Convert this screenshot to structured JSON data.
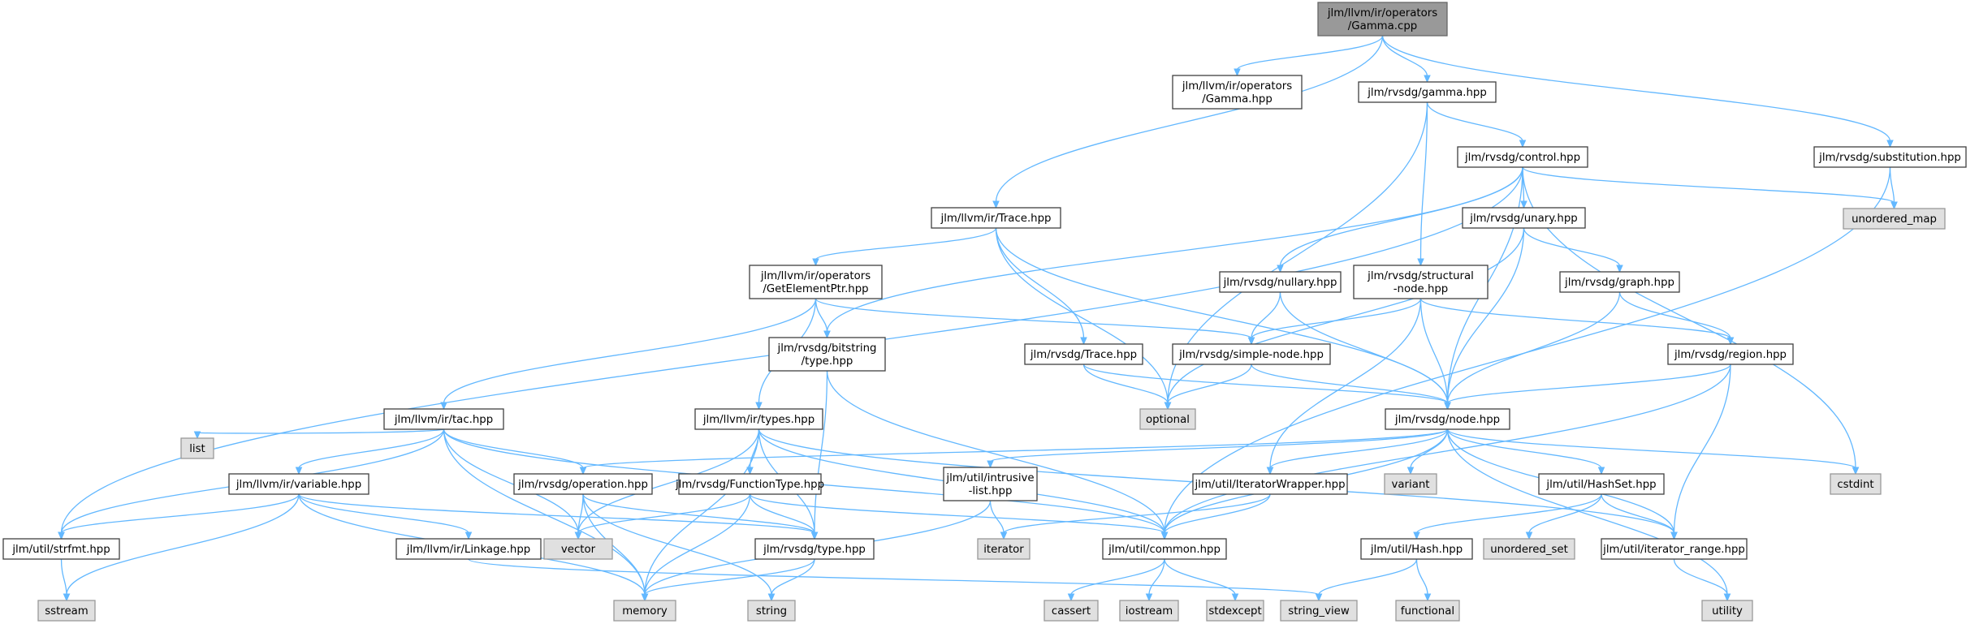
{
  "graph": {
    "nodes": [
      {
        "id": "root",
        "lines": [
          "jlm/llvm/ir/operators",
          "/Gamma.cpp"
        ],
        "kind": "root"
      },
      {
        "id": "gammahpp_ops",
        "lines": [
          "jlm/llvm/ir/operators",
          "/Gamma.hpp"
        ],
        "kind": "plain"
      },
      {
        "id": "rvsdg_gamma",
        "lines": [
          "jlm/rvsdg/gamma.hpp"
        ],
        "kind": "plain"
      },
      {
        "id": "rvsdg_subst",
        "lines": [
          "jlm/rvsdg/substitution.hpp"
        ],
        "kind": "plain"
      },
      {
        "id": "rvsdg_control",
        "lines": [
          "jlm/rvsdg/control.hpp"
        ],
        "kind": "plain"
      },
      {
        "id": "unordered_map",
        "lines": [
          "unordered_map"
        ],
        "kind": "system"
      },
      {
        "id": "llvm_trace",
        "lines": [
          "jlm/llvm/ir/Trace.hpp"
        ],
        "kind": "plain"
      },
      {
        "id": "rvsdg_unary",
        "lines": [
          "jlm/rvsdg/unary.hpp"
        ],
        "kind": "plain"
      },
      {
        "id": "gep",
        "lines": [
          "jlm/llvm/ir/operators",
          "/GetElementPtr.hpp"
        ],
        "kind": "plain"
      },
      {
        "id": "rvsdg_nullary",
        "lines": [
          "jlm/rvsdg/nullary.hpp"
        ],
        "kind": "plain"
      },
      {
        "id": "rvsdg_structural",
        "lines": [
          "jlm/rvsdg/structural",
          "-node.hpp"
        ],
        "kind": "plain"
      },
      {
        "id": "rvsdg_graph",
        "lines": [
          "jlm/rvsdg/graph.hpp"
        ],
        "kind": "plain"
      },
      {
        "id": "bitstring",
        "lines": [
          "jlm/rvsdg/bitstring",
          "/type.hpp"
        ],
        "kind": "plain"
      },
      {
        "id": "rvsdg_trace",
        "lines": [
          "jlm/rvsdg/Trace.hpp"
        ],
        "kind": "plain"
      },
      {
        "id": "simple_node",
        "lines": [
          "jlm/rvsdg/simple-node.hpp"
        ],
        "kind": "plain"
      },
      {
        "id": "rvsdg_region",
        "lines": [
          "jlm/rvsdg/region.hpp"
        ],
        "kind": "plain"
      },
      {
        "id": "optional",
        "lines": [
          "optional"
        ],
        "kind": "system"
      },
      {
        "id": "tac",
        "lines": [
          "jlm/llvm/ir/tac.hpp"
        ],
        "kind": "plain"
      },
      {
        "id": "llvm_types",
        "lines": [
          "jlm/llvm/ir/types.hpp"
        ],
        "kind": "plain"
      },
      {
        "id": "rvsdg_node",
        "lines": [
          "jlm/rvsdg/node.hpp"
        ],
        "kind": "plain"
      },
      {
        "id": "list",
        "lines": [
          "list"
        ],
        "kind": "system"
      },
      {
        "id": "llvm_variable",
        "lines": [
          "jlm/llvm/ir/variable.hpp"
        ],
        "kind": "plain"
      },
      {
        "id": "rvsdg_operation",
        "lines": [
          "jlm/rvsdg/operation.hpp"
        ],
        "kind": "plain"
      },
      {
        "id": "function_type",
        "lines": [
          "jlm/rvsdg/FunctionType.hpp"
        ],
        "kind": "plain"
      },
      {
        "id": "intrusive_list",
        "lines": [
          "jlm/util/intrusive",
          "-list.hpp"
        ],
        "kind": "plain"
      },
      {
        "id": "iterator_wrapper",
        "lines": [
          "jlm/util/IteratorWrapper.hpp"
        ],
        "kind": "plain"
      },
      {
        "id": "variant",
        "lines": [
          "variant"
        ],
        "kind": "system"
      },
      {
        "id": "hashset",
        "lines": [
          "jlm/util/HashSet.hpp"
        ],
        "kind": "plain"
      },
      {
        "id": "cstdint",
        "lines": [
          "cstdint"
        ],
        "kind": "system"
      },
      {
        "id": "strfmt",
        "lines": [
          "jlm/util/strfmt.hpp"
        ],
        "kind": "plain"
      },
      {
        "id": "linkage",
        "lines": [
          "jlm/llvm/ir/Linkage.hpp"
        ],
        "kind": "plain"
      },
      {
        "id": "vector",
        "lines": [
          "vector"
        ],
        "kind": "system"
      },
      {
        "id": "rvsdg_type",
        "lines": [
          "jlm/rvsdg/type.hpp"
        ],
        "kind": "plain"
      },
      {
        "id": "iterator",
        "lines": [
          "iterator"
        ],
        "kind": "system"
      },
      {
        "id": "common",
        "lines": [
          "jlm/util/common.hpp"
        ],
        "kind": "plain"
      },
      {
        "id": "unordered_set",
        "lines": [
          "unordered_set"
        ],
        "kind": "system"
      },
      {
        "id": "util_hash",
        "lines": [
          "jlm/util/Hash.hpp"
        ],
        "kind": "plain"
      },
      {
        "id": "iterator_range",
        "lines": [
          "jlm/util/iterator_range.hpp"
        ],
        "kind": "plain"
      },
      {
        "id": "sstream",
        "lines": [
          "sstream"
        ],
        "kind": "system"
      },
      {
        "id": "memory",
        "lines": [
          "memory"
        ],
        "kind": "system"
      },
      {
        "id": "string",
        "lines": [
          "string"
        ],
        "kind": "system"
      },
      {
        "id": "cassert",
        "lines": [
          "cassert"
        ],
        "kind": "system"
      },
      {
        "id": "iostream",
        "lines": [
          "iostream"
        ],
        "kind": "system"
      },
      {
        "id": "stdexcept",
        "lines": [
          "stdexcept"
        ],
        "kind": "system"
      },
      {
        "id": "string_view",
        "lines": [
          "string_view"
        ],
        "kind": "system"
      },
      {
        "id": "functional",
        "lines": [
          "functional"
        ],
        "kind": "system"
      },
      {
        "id": "utility",
        "lines": [
          "utility"
        ],
        "kind": "system"
      }
    ],
    "edges": [
      [
        "root",
        "gammahpp_ops"
      ],
      [
        "root",
        "rvsdg_gamma"
      ],
      [
        "root",
        "llvm_trace"
      ],
      [
        "root",
        "rvsdg_subst"
      ],
      [
        "rvsdg_gamma",
        "rvsdg_control"
      ],
      [
        "rvsdg_gamma",
        "rvsdg_structural"
      ],
      [
        "rvsdg_gamma",
        "optional"
      ],
      [
        "rvsdg_subst",
        "unordered_map"
      ],
      [
        "rvsdg_subst",
        "common"
      ],
      [
        "rvsdg_control",
        "unordered_map"
      ],
      [
        "rvsdg_control",
        "rvsdg_unary"
      ],
      [
        "rvsdg_control",
        "rvsdg_nullary"
      ],
      [
        "rvsdg_control",
        "bitstring"
      ],
      [
        "rvsdg_control",
        "strfmt"
      ],
      [
        "rvsdg_control",
        "cstdint"
      ],
      [
        "rvsdg_control",
        "rvsdg_node"
      ],
      [
        "llvm_trace",
        "gep"
      ],
      [
        "llvm_trace",
        "rvsdg_trace"
      ],
      [
        "llvm_trace",
        "optional"
      ],
      [
        "llvm_trace",
        "rvsdg_node"
      ],
      [
        "rvsdg_unary",
        "rvsdg_graph"
      ],
      [
        "rvsdg_unary",
        "rvsdg_node"
      ],
      [
        "rvsdg_unary",
        "optional"
      ],
      [
        "gep",
        "bitstring"
      ],
      [
        "gep",
        "simple_node"
      ],
      [
        "gep",
        "tac"
      ],
      [
        "gep",
        "llvm_types"
      ],
      [
        "rvsdg_nullary",
        "simple_node"
      ],
      [
        "rvsdg_nullary",
        "rvsdg_node"
      ],
      [
        "rvsdg_structural",
        "simple_node"
      ],
      [
        "rvsdg_structural",
        "rvsdg_node"
      ],
      [
        "rvsdg_structural",
        "rvsdg_region"
      ],
      [
        "rvsdg_structural",
        "iterator_wrapper"
      ],
      [
        "rvsdg_graph",
        "rvsdg_region"
      ],
      [
        "rvsdg_graph",
        "rvsdg_node"
      ],
      [
        "bitstring",
        "rvsdg_type"
      ],
      [
        "bitstring",
        "common"
      ],
      [
        "rvsdg_trace",
        "optional"
      ],
      [
        "rvsdg_trace",
        "rvsdg_node"
      ],
      [
        "simple_node",
        "optional"
      ],
      [
        "simple_node",
        "rvsdg_node"
      ],
      [
        "rvsdg_region",
        "rvsdg_node"
      ],
      [
        "rvsdg_region",
        "iterator_range"
      ],
      [
        "rvsdg_region",
        "common"
      ],
      [
        "tac",
        "list"
      ],
      [
        "tac",
        "llvm_variable"
      ],
      [
        "tac",
        "rvsdg_operation"
      ],
      [
        "tac",
        "vector"
      ],
      [
        "tac",
        "memory"
      ],
      [
        "tac",
        "strfmt"
      ],
      [
        "tac",
        "common"
      ],
      [
        "llvm_types",
        "function_type"
      ],
      [
        "llvm_types",
        "rvsdg_type"
      ],
      [
        "llvm_types",
        "memory"
      ],
      [
        "llvm_types",
        "vector"
      ],
      [
        "llvm_types",
        "common"
      ],
      [
        "llvm_types",
        "iterator_range"
      ],
      [
        "rvsdg_node",
        "rvsdg_operation"
      ],
      [
        "rvsdg_node",
        "intrusive_list"
      ],
      [
        "rvsdg_node",
        "iterator_wrapper"
      ],
      [
        "rvsdg_node",
        "variant"
      ],
      [
        "rvsdg_node",
        "hashset"
      ],
      [
        "rvsdg_node",
        "cstdint"
      ],
      [
        "rvsdg_node",
        "common"
      ],
      [
        "rvsdg_node",
        "iterator_range"
      ],
      [
        "rvsdg_node",
        "utility"
      ],
      [
        "llvm_variable",
        "strfmt"
      ],
      [
        "llvm_variable",
        "linkage"
      ],
      [
        "llvm_variable",
        "rvsdg_type"
      ],
      [
        "llvm_variable",
        "sstream"
      ],
      [
        "llvm_variable",
        "memory"
      ],
      [
        "rvsdg_operation",
        "rvsdg_type"
      ],
      [
        "rvsdg_operation",
        "vector"
      ],
      [
        "rvsdg_operation",
        "memory"
      ],
      [
        "rvsdg_operation",
        "string"
      ],
      [
        "function_type",
        "rvsdg_type"
      ],
      [
        "function_type",
        "vector"
      ],
      [
        "function_type",
        "memory"
      ],
      [
        "function_type",
        "common"
      ],
      [
        "intrusive_list",
        "iterator"
      ],
      [
        "intrusive_list",
        "memory"
      ],
      [
        "iterator_wrapper",
        "iterator"
      ],
      [
        "iterator_wrapper",
        "common"
      ],
      [
        "hashset",
        "util_hash"
      ],
      [
        "hashset",
        "unordered_set"
      ],
      [
        "hashset",
        "iterator_range"
      ],
      [
        "strfmt",
        "sstream"
      ],
      [
        "linkage",
        "string_view"
      ],
      [
        "rvsdg_type",
        "memory"
      ],
      [
        "rvsdg_type",
        "string"
      ],
      [
        "common",
        "cassert"
      ],
      [
        "common",
        "iostream"
      ],
      [
        "common",
        "stdexcept"
      ],
      [
        "util_hash",
        "string_view"
      ],
      [
        "util_hash",
        "functional"
      ],
      [
        "iterator_range",
        "utility"
      ]
    ]
  }
}
